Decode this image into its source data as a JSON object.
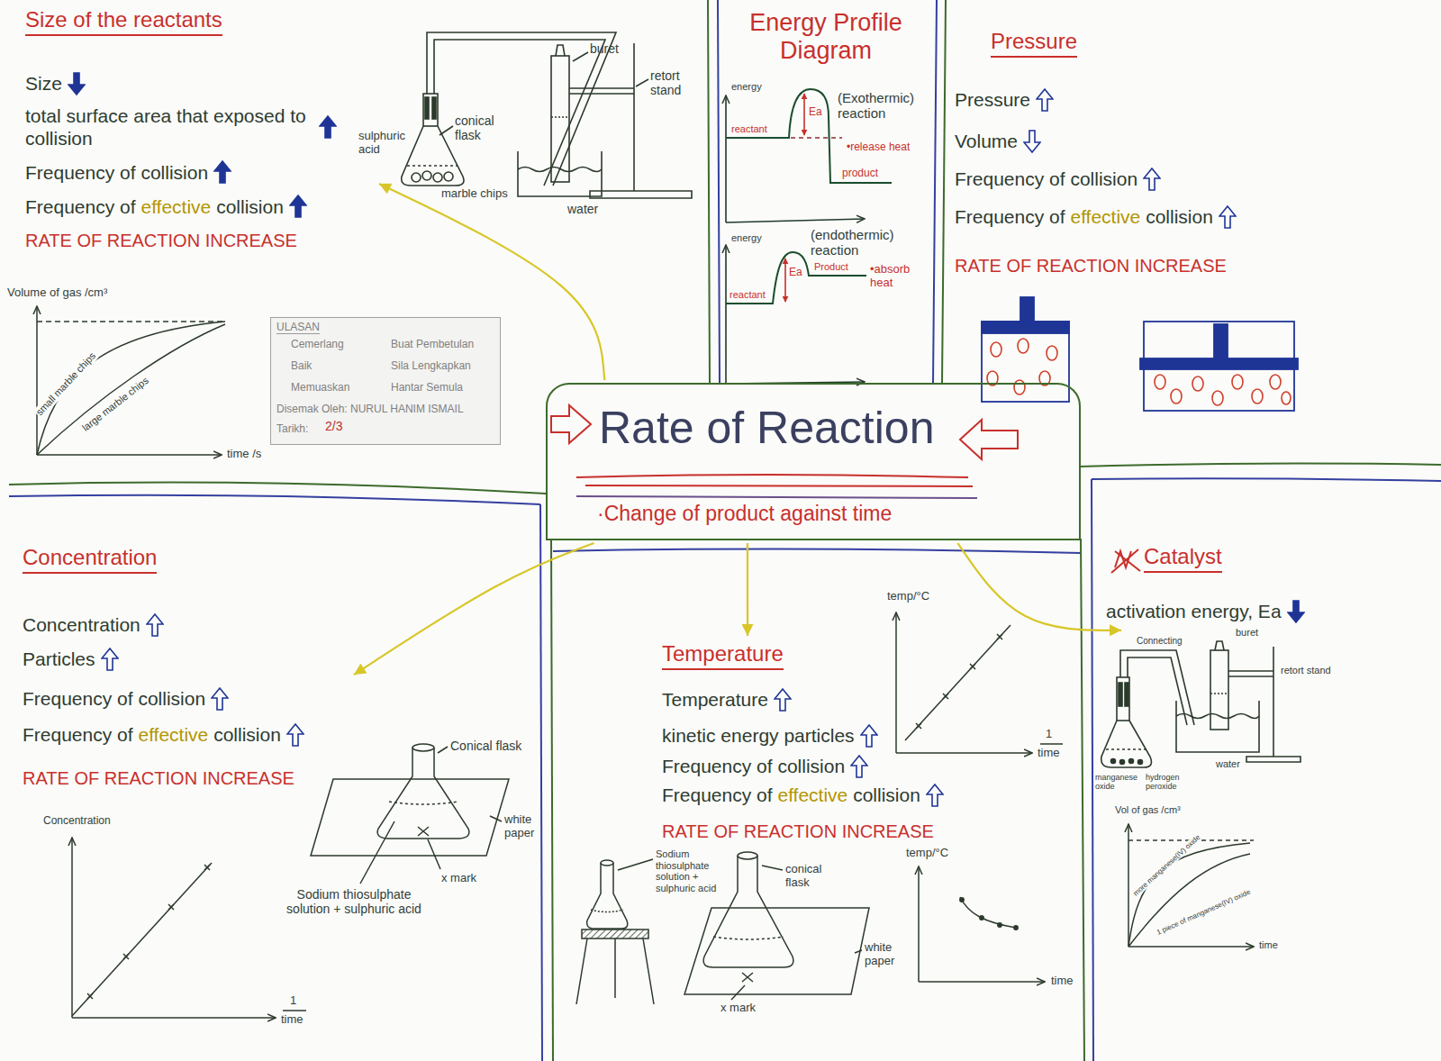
{
  "diagram": {
    "nodes": [
      {
        "text": [
          "Size of the reactants",
          "Size",
          "total surface area that exposed to collision",
          "Frequency of collision",
          "Frequency of",
          "effective",
          "collision",
          "RATE OF REACTION INCREASE"
        ]
      },
      {
        "text": [
          "Energy Profile Diagram"
        ]
      },
      {
        "text": [
          "Pressure",
          "Pressure",
          "Volume",
          "Frequency of collision",
          "Frequency of",
          "effective",
          "collision",
          "RATE OF REACTION INCREASE"
        ]
      },
      {
        "text": [
          "ULASAN",
          "Cemerlang",
          "Buat Pembetulan",
          "Baik",
          "Sila Lengkapkan",
          "Memuaskan",
          "Hantar Semula",
          "Disemak Oleh: NURUL HANIM ISMAIL",
          "Tarikh:",
          "2/3"
        ]
      },
      {
        "text": [
          "Rate of Reaction",
          "·Change of product against time"
        ]
      },
      {
        "text": [
          "Concentration",
          "Concentration",
          "Particles",
          "Frequency of collision",
          "Frequency of",
          "effective",
          "collision",
          "RATE OF REACTION INCREASE"
        ]
      },
      {
        "text": [
          "Temperature",
          "Temperature",
          "kinetic energy particles",
          "Frequency of collision",
          "Frequency of",
          "effective",
          "collision",
          "RATE OF REACTION INCREASE"
        ]
      },
      {
        "text": [
          "Catalyst",
          "activation energy, Ea"
        ]
      }
    ],
    "edges": [
      {
        "from": 4,
        "to": 0,
        "arrow": "to"
      },
      {
        "from": 4,
        "to": 5,
        "arrow": "to"
      },
      {
        "from": 4,
        "to": 6,
        "arrow": "to"
      },
      {
        "from": 4,
        "to": 7,
        "arrow": "to"
      }
    ],
    "labels": [
      "buret",
      "retort stand",
      "conical flask",
      "sulphuric acid",
      "marble chips",
      "water",
      "Volume of gas /cm³",
      "small marble chips",
      "large marble chips",
      "time /s",
      "energy",
      "reactant",
      "Ea",
      "(Exothermic) reaction",
      "•release heat",
      "product",
      "energy",
      "(endothermic) reaction",
      "reactant",
      "Ea",
      "Product",
      "•absorb heat",
      "Conical flask",
      "white paper",
      "x mark",
      "Sodium thiosulphate solution + sulphuric acid",
      "Concentration",
      "1",
      "time",
      "temp/°C",
      "1",
      "time",
      "temp/°C",
      "time",
      "Sodium thiosulphate solution + sulphuric acid",
      "conical flask",
      "white paper",
      "x mark",
      "buret",
      "retort stand",
      "Connecting",
      "manganese oxide",
      "hydrogen peroxide",
      "water",
      "Vol of gas /cm³",
      "more manganese(IV) oxide",
      "1 piece of manganese(IV) oxide",
      "time"
    ]
  }
}
